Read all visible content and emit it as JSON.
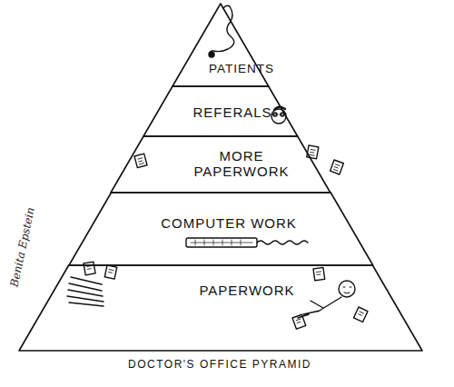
{
  "diagram": {
    "caption": "DOCTOR'S OFFICE PYRAMID",
    "nodes": [
      {
        "text": [
          "PATIENTS"
        ]
      },
      {
        "text": [
          "REFERALS"
        ]
      },
      {
        "text": [
          "MORE PAPERWORK"
        ]
      },
      {
        "text": [
          "COMPUTER WORK"
        ]
      },
      {
        "text": [
          "PAPERWORK"
        ]
      }
    ],
    "labels": [
      "Benita Epstein"
    ]
  }
}
